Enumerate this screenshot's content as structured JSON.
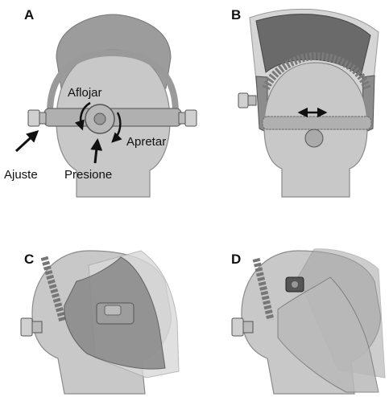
{
  "panels": {
    "a": {
      "letter": "A"
    },
    "b": {
      "letter": "B"
    },
    "c": {
      "letter": "C"
    },
    "d": {
      "letter": "D"
    }
  },
  "callouts": {
    "loosen": "Aflojar",
    "tighten": "Apretar",
    "press": "Presione",
    "adjust": "Ajuste"
  },
  "colors": {
    "skin": "#c8c8c8",
    "outline": "#8a8a8a",
    "helmet_shell": "#8f8f8f",
    "helmet_shell_light": "#b9b9b9",
    "headgear": "#9a9a9a",
    "arrow": "#111111"
  }
}
